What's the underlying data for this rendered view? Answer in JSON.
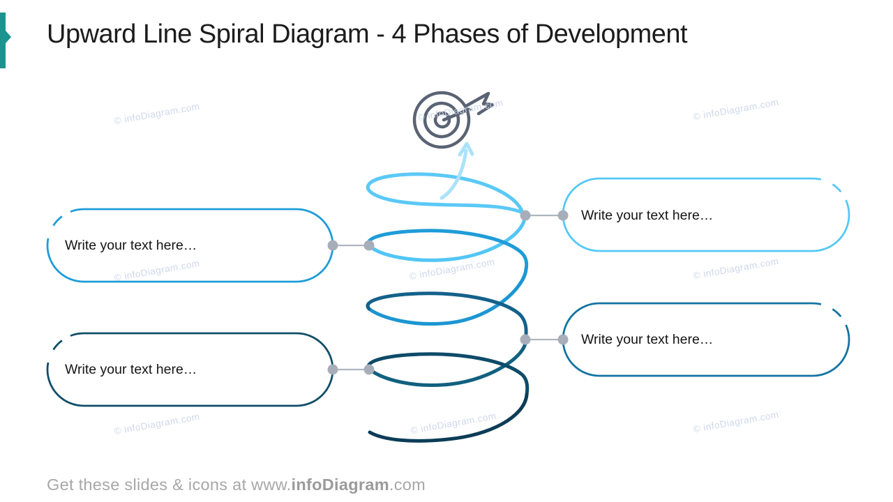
{
  "slide": {
    "title": "Upward Line Spiral Diagram - 4 Phases of Development",
    "accent_color": "#1b938e"
  },
  "target_icon": {
    "color": "#5a6373"
  },
  "spiral": {
    "arrow_color": "#a9e3fa",
    "phase_colors": {
      "phase4_loop": "#5bc9f6",
      "phase4_lower": "#53c6f5",
      "phase3_upper": "#1e9cd8",
      "phase3_lower": "#1c96d2",
      "phase2_upper": "#14618a",
      "phase2_lower": "#11607f",
      "phase1_upper": "#0e4b69",
      "phase1_lower": "#0c3c57"
    }
  },
  "connectors": {
    "dot_color": "#a8aeb9",
    "line_color": "#aeb5bf"
  },
  "boxes": [
    {
      "id": "left-top",
      "label": "Write your text here…",
      "color": "#1e9cd8"
    },
    {
      "id": "right-top",
      "label": "Write your text here…",
      "color": "#55c8f5"
    },
    {
      "id": "left-bottom",
      "label": "Write your text here…",
      "color": "#114d68"
    },
    {
      "id": "right-bottom",
      "label": "Write your text here…",
      "color": "#1373a1"
    }
  ],
  "watermark": {
    "text": "© infoDiagram.com"
  },
  "footer": {
    "prefix": "Get these slides & icons at www.",
    "brand": "infoDiagram",
    "suffix": ".com"
  }
}
